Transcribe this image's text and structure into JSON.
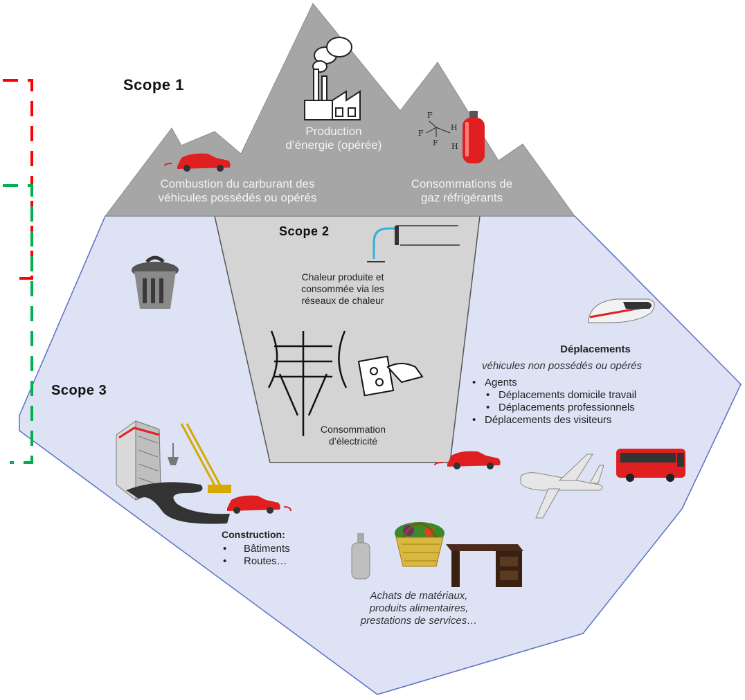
{
  "scope1": {
    "label": "Scope 1",
    "production": [
      "Production",
      "d’énergie (opérée)"
    ],
    "combustion": [
      "Combustion du carburant des",
      "véhicules possédés ou opérés"
    ],
    "refrigerant": [
      "Consommations de",
      "gaz réfrigérants"
    ]
  },
  "scope2": {
    "label": "Scope 2",
    "heat": [
      "Chaleur produite et",
      "consommée via les",
      "réseaux de chaleur"
    ],
    "electricity": [
      "Consommation",
      "d’électricité"
    ]
  },
  "scope3": {
    "label": "Scope 3",
    "travel": {
      "title": "Déplacements",
      "subtitle": "véhicules non possédés ou opérés",
      "items": [
        "Agents",
        "Déplacements domicile travail",
        "Déplacements professionnels",
        "Déplacements des visiteurs"
      ]
    },
    "construction": {
      "title": "Construction:",
      "items": [
        "Bâtiments",
        "Routes…"
      ]
    },
    "purchases": [
      "Achats de matériaux,",
      "produits alimentaires,",
      "prestations de services…"
    ]
  },
  "colors": {
    "mountain": "#a6a6a6",
    "underwater": "#dde3f5",
    "underwater_border": "#5b6fc7",
    "funnel": "#d4d4d4",
    "vehicle_red": "#e02020",
    "bracket_red": "#ff0000",
    "bracket_green": "#00b050"
  },
  "icons": [
    "factory-icon",
    "car-icon",
    "refrigerant-molecule-icon",
    "gas-cylinder-icon",
    "trash-can-icon",
    "heat-pipe-icon",
    "power-pole-icon",
    "plug-socket-icon",
    "train-icon",
    "bus-icon",
    "airplane-icon",
    "building-icon",
    "crane-icon",
    "road-icon",
    "spray-bottle-icon",
    "food-basket-icon",
    "desk-icon"
  ]
}
